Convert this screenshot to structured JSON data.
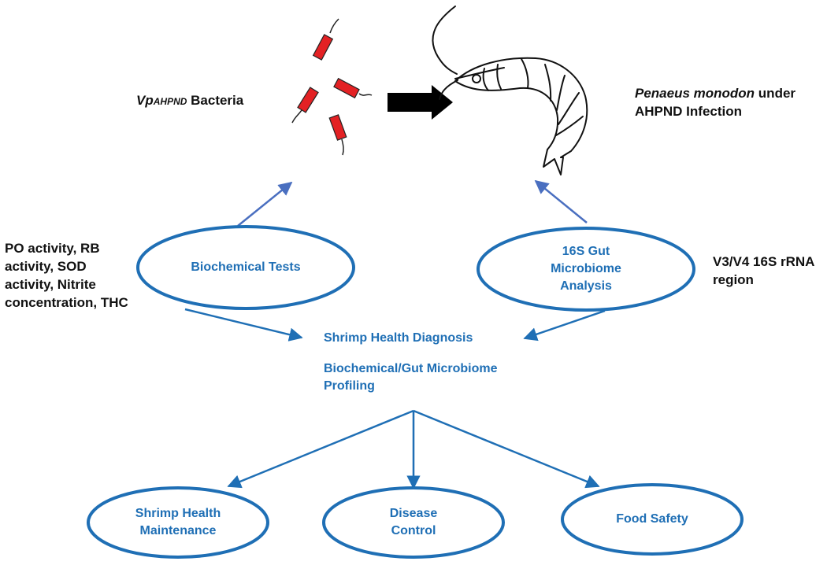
{
  "labels": {
    "bacteria_prefix": "Vp",
    "bacteria_sub": "AHPND",
    "bacteria_suffix": " Bacteria",
    "shrimp_species": "Penaeus monodon",
    "shrimp_under": " under",
    "shrimp_condition": "AHPND Infection",
    "biochem_params": [
      "PO activity, RB",
      "activity, SOD",
      "activity, Nitrite",
      "concentration, THC"
    ],
    "biochem_tests": "Biochemical Tests",
    "microbiome_lines": [
      "16S Gut",
      "Microbiome",
      "Analysis"
    ],
    "rrna_lines": [
      "V3/V4 16S rRNA",
      "region"
    ],
    "diagnosis": "Shrimp Health Diagnosis",
    "profiling_lines": [
      "Biochemical/Gut Microbiome",
      "Profiling"
    ],
    "maintenance_lines": [
      "Shrimp Health",
      "Maintenance"
    ],
    "disease_lines": [
      "Disease",
      "Control"
    ],
    "food_safety": "Food Safety"
  },
  "colors": {
    "ellipse_stroke": "#1f6fb5",
    "arrow_blue": "#1f6fb5",
    "arrow_light_blue": "#4a6fc0",
    "bacteria_fill": "#e32124",
    "text_blue": "#1f6fb5",
    "text_black": "#111111"
  }
}
